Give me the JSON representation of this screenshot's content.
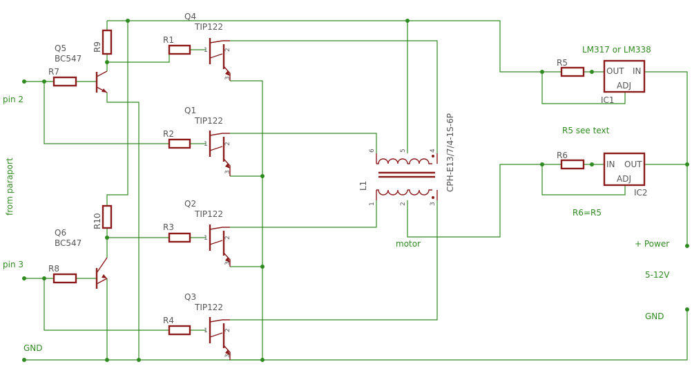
{
  "labels": {
    "pin2": "pin 2",
    "pin3": "pin 3",
    "from_paraport": "from paraport",
    "gnd_left": "GND",
    "motor": "motor",
    "lm_title": "LM317 or LM338",
    "r5_note": "R5 see text",
    "r6_note": "R6=R5",
    "plus_power": "+ Power",
    "voltage": "5-12V",
    "gnd_right": "GND"
  },
  "transistors": {
    "q4": {
      "name": "Q4",
      "type": "TIP122"
    },
    "q1": {
      "name": "Q1",
      "type": "TIP122"
    },
    "q2": {
      "name": "Q2",
      "type": "TIP122"
    },
    "q3": {
      "name": "Q3",
      "type": "TIP122"
    },
    "q5": {
      "name": "Q5",
      "type": "BC547"
    },
    "q6": {
      "name": "Q6",
      "type": "BC547"
    }
  },
  "resistors": {
    "r1": "R1",
    "r2": "R2",
    "r3": "R3",
    "r4": "R4",
    "r5": "R5",
    "r6": "R6",
    "r7": "R7",
    "r8": "R8",
    "r9": "R9",
    "r10": "R10"
  },
  "pins": {
    "one": "1",
    "two": "2",
    "three": "3",
    "four": "4",
    "five": "5",
    "six": "6"
  },
  "motor": {
    "ref": "L1",
    "part": "CPH-E13/7/4-1S-6P"
  },
  "regulators": {
    "ic1": {
      "name": "IC1",
      "pin_out": "OUT",
      "pin_in": "IN",
      "pin_adj": "ADJ"
    },
    "ic2": {
      "name": "IC2",
      "pin_in": "IN",
      "pin_out": "OUT",
      "pin_adj": "ADJ"
    }
  }
}
